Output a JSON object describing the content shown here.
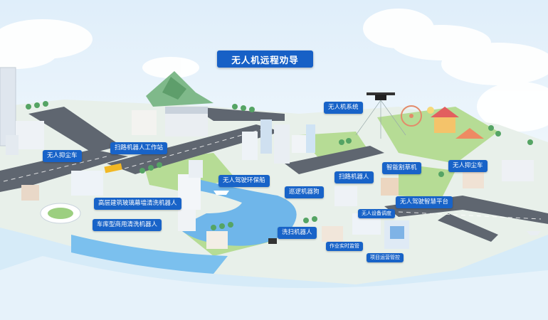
{
  "title": "无人机远程劝导",
  "labels": {
    "drone_system": "无人机系统",
    "dust_truck_left": "无人抑尘车",
    "sweeper_station": "扫路机器人工作站",
    "driverless_boat": "无人驾驶环保船",
    "sweeper_robot": "扫路机器人",
    "lawn_mower": "智能割草机",
    "dust_truck_right": "无人抑尘车",
    "patrol_dog": "巡逻机器狗",
    "glass_curtain_robot": "高层建筑玻璃幕墙清洗机器人",
    "garage_robot": "车库型商用清洗机器人",
    "smart_platform": "无人驾驶智慧平台",
    "device_dispatch": "无人设备调度",
    "wash_robot": "洗扫机器人",
    "realtime_monitor": "作业实时监管",
    "project_control": "项目运营管控"
  },
  "colors": {
    "label_bg": "#1863c8",
    "road": "#5f6670",
    "water": "#6fb6ea",
    "grass": "#a9d58a",
    "sky": "#dfeefa"
  }
}
